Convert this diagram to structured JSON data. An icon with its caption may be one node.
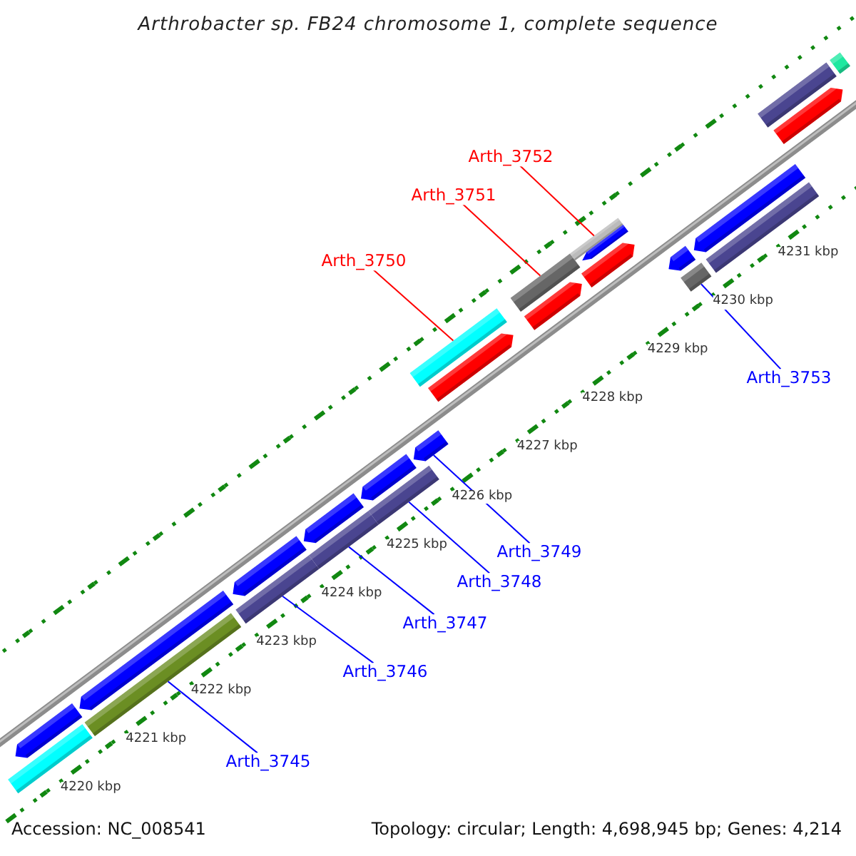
{
  "diagram": {
    "title": "Arthrobacter sp. FB24 chromosome 1, complete sequence",
    "nodes": [
      {
        "text": [
          "Arth_3752"
        ]
      },
      {
        "text": [
          "Arth_3751"
        ]
      },
      {
        "text": [
          "Arth_3750"
        ]
      },
      {
        "text": [
          "Arth_3753"
        ]
      },
      {
        "text": [
          "Arth_3749"
        ]
      },
      {
        "text": [
          "Arth_3748"
        ]
      },
      {
        "text": [
          "Arth_3747"
        ]
      },
      {
        "text": [
          "Arth_3746"
        ]
      },
      {
        "text": [
          "Arth_3745"
        ]
      },
      {
        "text": [],
        "shape": "bar"
      },
      {
        "text": [],
        "shape": "bar"
      },
      {
        "text": [],
        "shape": "bar"
      },
      {
        "text": [],
        "shape": "bar"
      },
      {
        "text": [],
        "shape": "bar"
      },
      {
        "text": [],
        "shape": "bar"
      },
      {
        "text": [],
        "shape": "bar"
      },
      {
        "text": [],
        "shape": "bar"
      },
      {
        "text": [],
        "shape": "bar"
      },
      {
        "text": [],
        "shape": "bar"
      },
      {
        "text": [],
        "shape": "bar"
      },
      {
        "text": [],
        "shape": "bar"
      },
      {
        "text": [],
        "shape": "bar"
      },
      {
        "text": [],
        "shape": "bar"
      },
      {
        "text": [],
        "shape": "bar"
      },
      {
        "text": [],
        "shape": "bar"
      },
      {
        "text": [],
        "shape": "bar"
      },
      {
        "text": [],
        "shape": "bar"
      },
      {
        "text": [],
        "shape": "bar"
      },
      {
        "text": [],
        "shape": "bar"
      },
      {
        "text": [],
        "shape": "bar"
      },
      {
        "text": [],
        "shape": "bar"
      },
      {
        "text": [],
        "shape": "bar"
      },
      {
        "text": [],
        "shape": "bar"
      },
      {
        "text": [],
        "shape": "bar"
      }
    ],
    "edges": [
      {
        "from": 0,
        "to": 25,
        "arrow": "none",
        "color": "#ff0000"
      },
      {
        "from": 1,
        "to": 22,
        "arrow": "none",
        "color": "#ff0000"
      },
      {
        "from": 2,
        "to": 20,
        "arrow": "none",
        "color": "#ff0000"
      },
      {
        "from": 3,
        "to": 28,
        "arrow": "none"
      },
      {
        "from": 4,
        "to": 19,
        "arrow": "none"
      },
      {
        "from": 5,
        "to": 17,
        "arrow": "none"
      },
      {
        "from": 6,
        "to": 15,
        "arrow": "none"
      },
      {
        "from": 7,
        "to": 13,
        "arrow": "none"
      },
      {
        "from": 8,
        "to": 11,
        "arrow": "none"
      }
    ],
    "labels": [
      "4220 kbp",
      "4221 kbp",
      "4222 kbp",
      "4223 kbp",
      "4224 kbp",
      "4225 kbp",
      "4226 kbp",
      "4227 kbp",
      "4228 kbp",
      "4229 kbp",
      "4230 kbp",
      "4231 kbp",
      "Accession: NC_008541",
      "Topology: circular; Length: 4,698,945 bp; Genes: 4,214"
    ]
  }
}
